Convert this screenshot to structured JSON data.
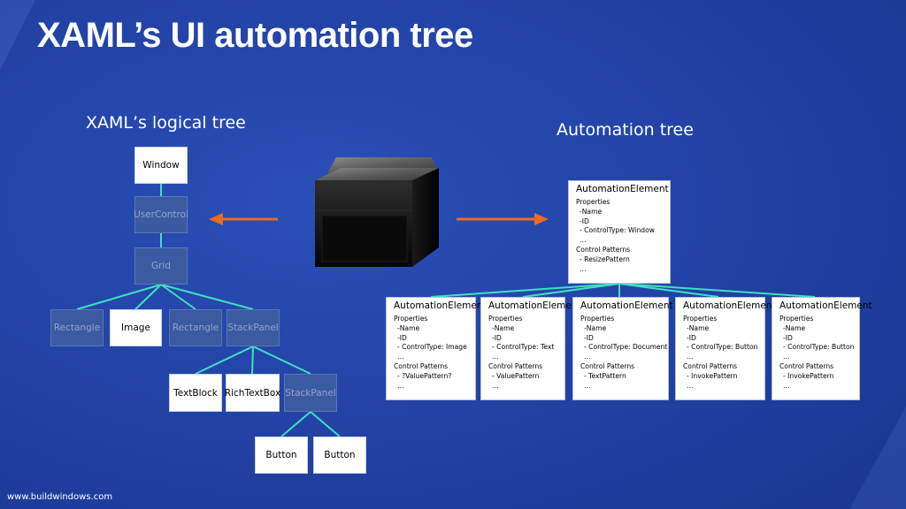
{
  "title": "XAML’s UI automation tree",
  "logical_tree": {
    "heading": "XAML’s logical tree",
    "nodes": {
      "window": "Window",
      "user_control": "UserControl",
      "grid": "Grid",
      "rect_left": "Rectangle",
      "image": "Image",
      "rect_right": "Rectangle",
      "stack_panel": "StackPanel",
      "text_block": "TextBlock",
      "rich_text_box": "RichTextBox",
      "stack_panel_inner": "StackPanel",
      "button_left": "Button",
      "button_right": "Button"
    }
  },
  "automation_tree": {
    "heading": "Automation tree",
    "root": {
      "header": "AutomationElement",
      "lines": [
        "Properties",
        " -Name",
        " -ID",
        " - ControlType: Window",
        " …",
        "Control Patterns",
        " - ResizePattern",
        " …"
      ]
    },
    "children": [
      {
        "header": "AutomationElement",
        "lines": [
          "Properties",
          " -Name",
          " -ID",
          " - ControlType: Image",
          " …",
          "Control Patterns",
          " - ?ValuePattern?",
          " …"
        ]
      },
      {
        "header": "AutomationElement",
        "lines": [
          "Properties",
          " -Name",
          " -ID",
          " - ControlType: Text",
          " …",
          "Control Patterns",
          " - ValuePattern",
          " …"
        ]
      },
      {
        "header": "AutomationElement",
        "lines": [
          "Properties",
          " -Name",
          " -ID",
          " - ControlType: Document",
          " …",
          "Control Patterns",
          " - TextPattern",
          " …"
        ]
      },
      {
        "header": "AutomationElement",
        "lines": [
          "Properties",
          " -Name",
          " -ID",
          " - ControlType: Button",
          " …",
          "Control Patterns",
          " - InvokePattern",
          " …"
        ]
      },
      {
        "header": "AutomationElement",
        "lines": [
          "Properties",
          " -Name",
          " -ID",
          " - ControlType: Button",
          " …",
          "Control Patterns",
          " - InvokePattern",
          " …"
        ]
      }
    ]
  },
  "footer": "www.buildwindows.com",
  "colors": {
    "background": "#1f3fa0",
    "connector": "#3fe0c0",
    "arrow": "#ee6a1e",
    "dim_node": "#3c5a9f"
  },
  "icons": [
    "black-cube-icon",
    "left-arrow-icon",
    "right-arrow-icon"
  ]
}
